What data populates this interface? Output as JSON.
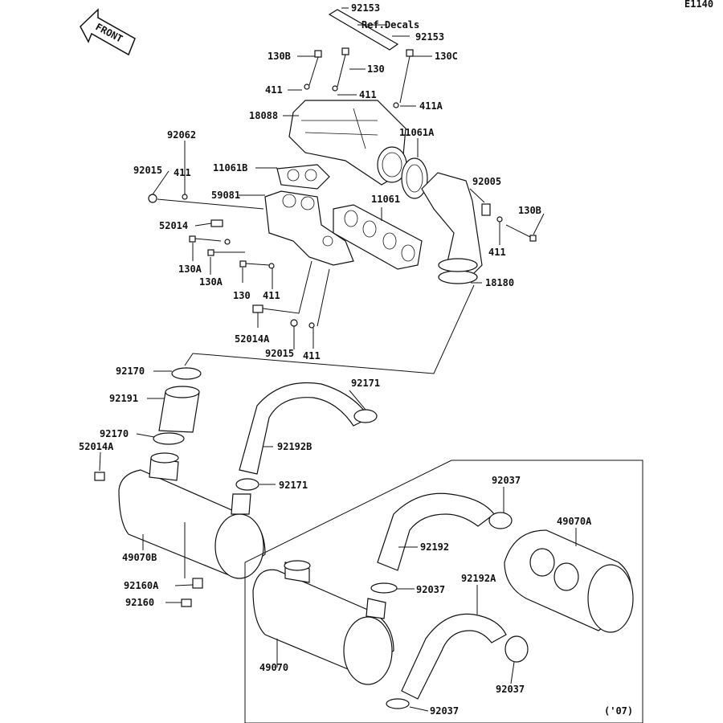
{
  "diagram_id": "E1140",
  "front_label": "FRONT",
  "ref_decals": "Ref.Decals",
  "year_note": "('07)",
  "labels": {
    "p92153a": "92153",
    "p92153b": "92153",
    "p130b_top": "130B",
    "p130": "130",
    "p130c": "130C",
    "p411_a": "411",
    "p411_b": "411",
    "p411a": "411A",
    "p18088": "18088",
    "p11061a": "11061A",
    "p92062": "92062",
    "p11061b": "11061B",
    "p92015_a": "92015",
    "p411_c": "411",
    "p59081": "59081",
    "p92005": "92005",
    "p11061": "11061",
    "p130b_right": "130B",
    "p52014": "52014",
    "p411_d": "411",
    "p130a_1": "130A",
    "p130a_2": "130A",
    "p130_b": "130",
    "p411_e": "411",
    "p18180": "18180",
    "p52014a_1": "52014A",
    "p92015_b": "92015",
    "p411_f": "411",
    "p92170_a": "92170",
    "p92171_a": "92171",
    "p92191": "92191",
    "p92170_b": "92170",
    "p52014a_2": "52014A",
    "p92192b": "92192B",
    "p92171_b": "92171",
    "p49070b": "49070B",
    "p92160a": "92160A",
    "p92160": "92160",
    "p92037_a": "92037",
    "p49070a": "49070A",
    "p92192": "92192",
    "p92037_b": "92037",
    "p92192a": "92192A",
    "p49070": "49070",
    "p92037_c": "92037",
    "p92037_d": "92037"
  }
}
